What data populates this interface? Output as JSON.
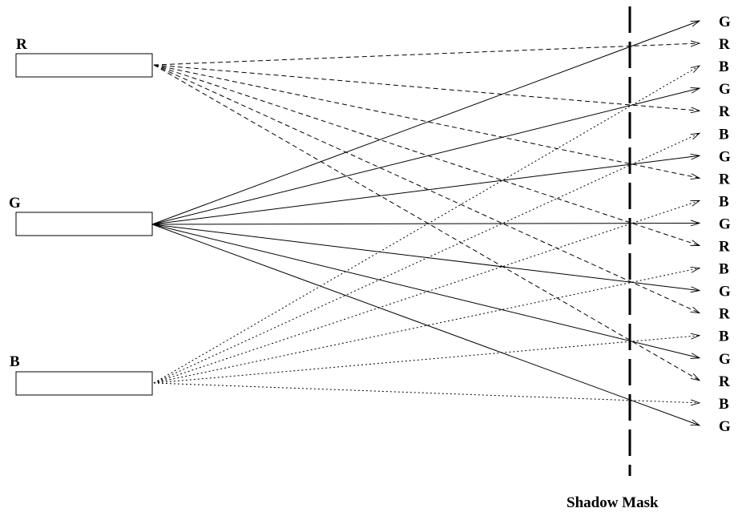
{
  "guns": [
    {
      "label": "R"
    },
    {
      "label": "G"
    },
    {
      "label": "B"
    }
  ],
  "screen_dots": [
    "G",
    "R",
    "B",
    "G",
    "R",
    "B",
    "G",
    "R",
    "B",
    "G",
    "R",
    "B",
    "G",
    "R",
    "B",
    "G",
    "R",
    "B",
    "G"
  ],
  "mask_label": "Shadow Mask"
}
